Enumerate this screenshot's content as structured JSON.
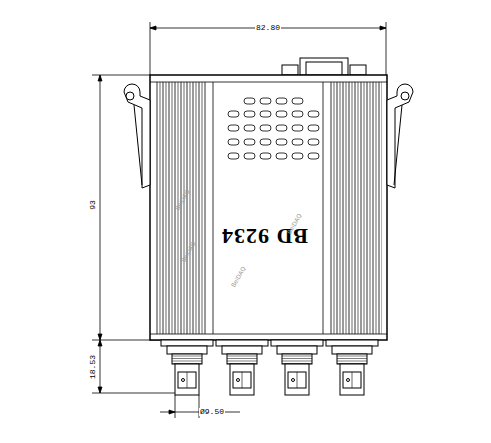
{
  "diagram": {
    "labels": [
      "82.80",
      "93",
      "18.53",
      "Ø9.50",
      "BD 9234",
      "BeiDAQ",
      "BeiDAQ",
      "BeiDAQ",
      "BeiDAQ"
    ]
  }
}
